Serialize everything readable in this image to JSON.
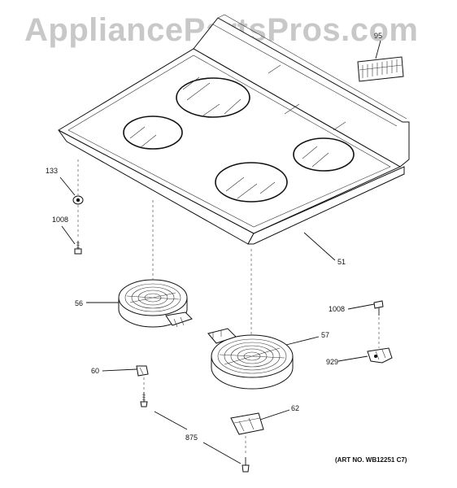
{
  "watermark": "AppliancePartsPros.com",
  "art_number": "(ART NO. WB12251 C7)",
  "callouts": {
    "c95": "95",
    "c133": "133",
    "c1008_left": "1008",
    "c51": "51",
    "c56": "56",
    "c57": "57",
    "c1008_right": "1008",
    "c929": "929",
    "c60": "60",
    "c62": "62",
    "c875": "875"
  }
}
